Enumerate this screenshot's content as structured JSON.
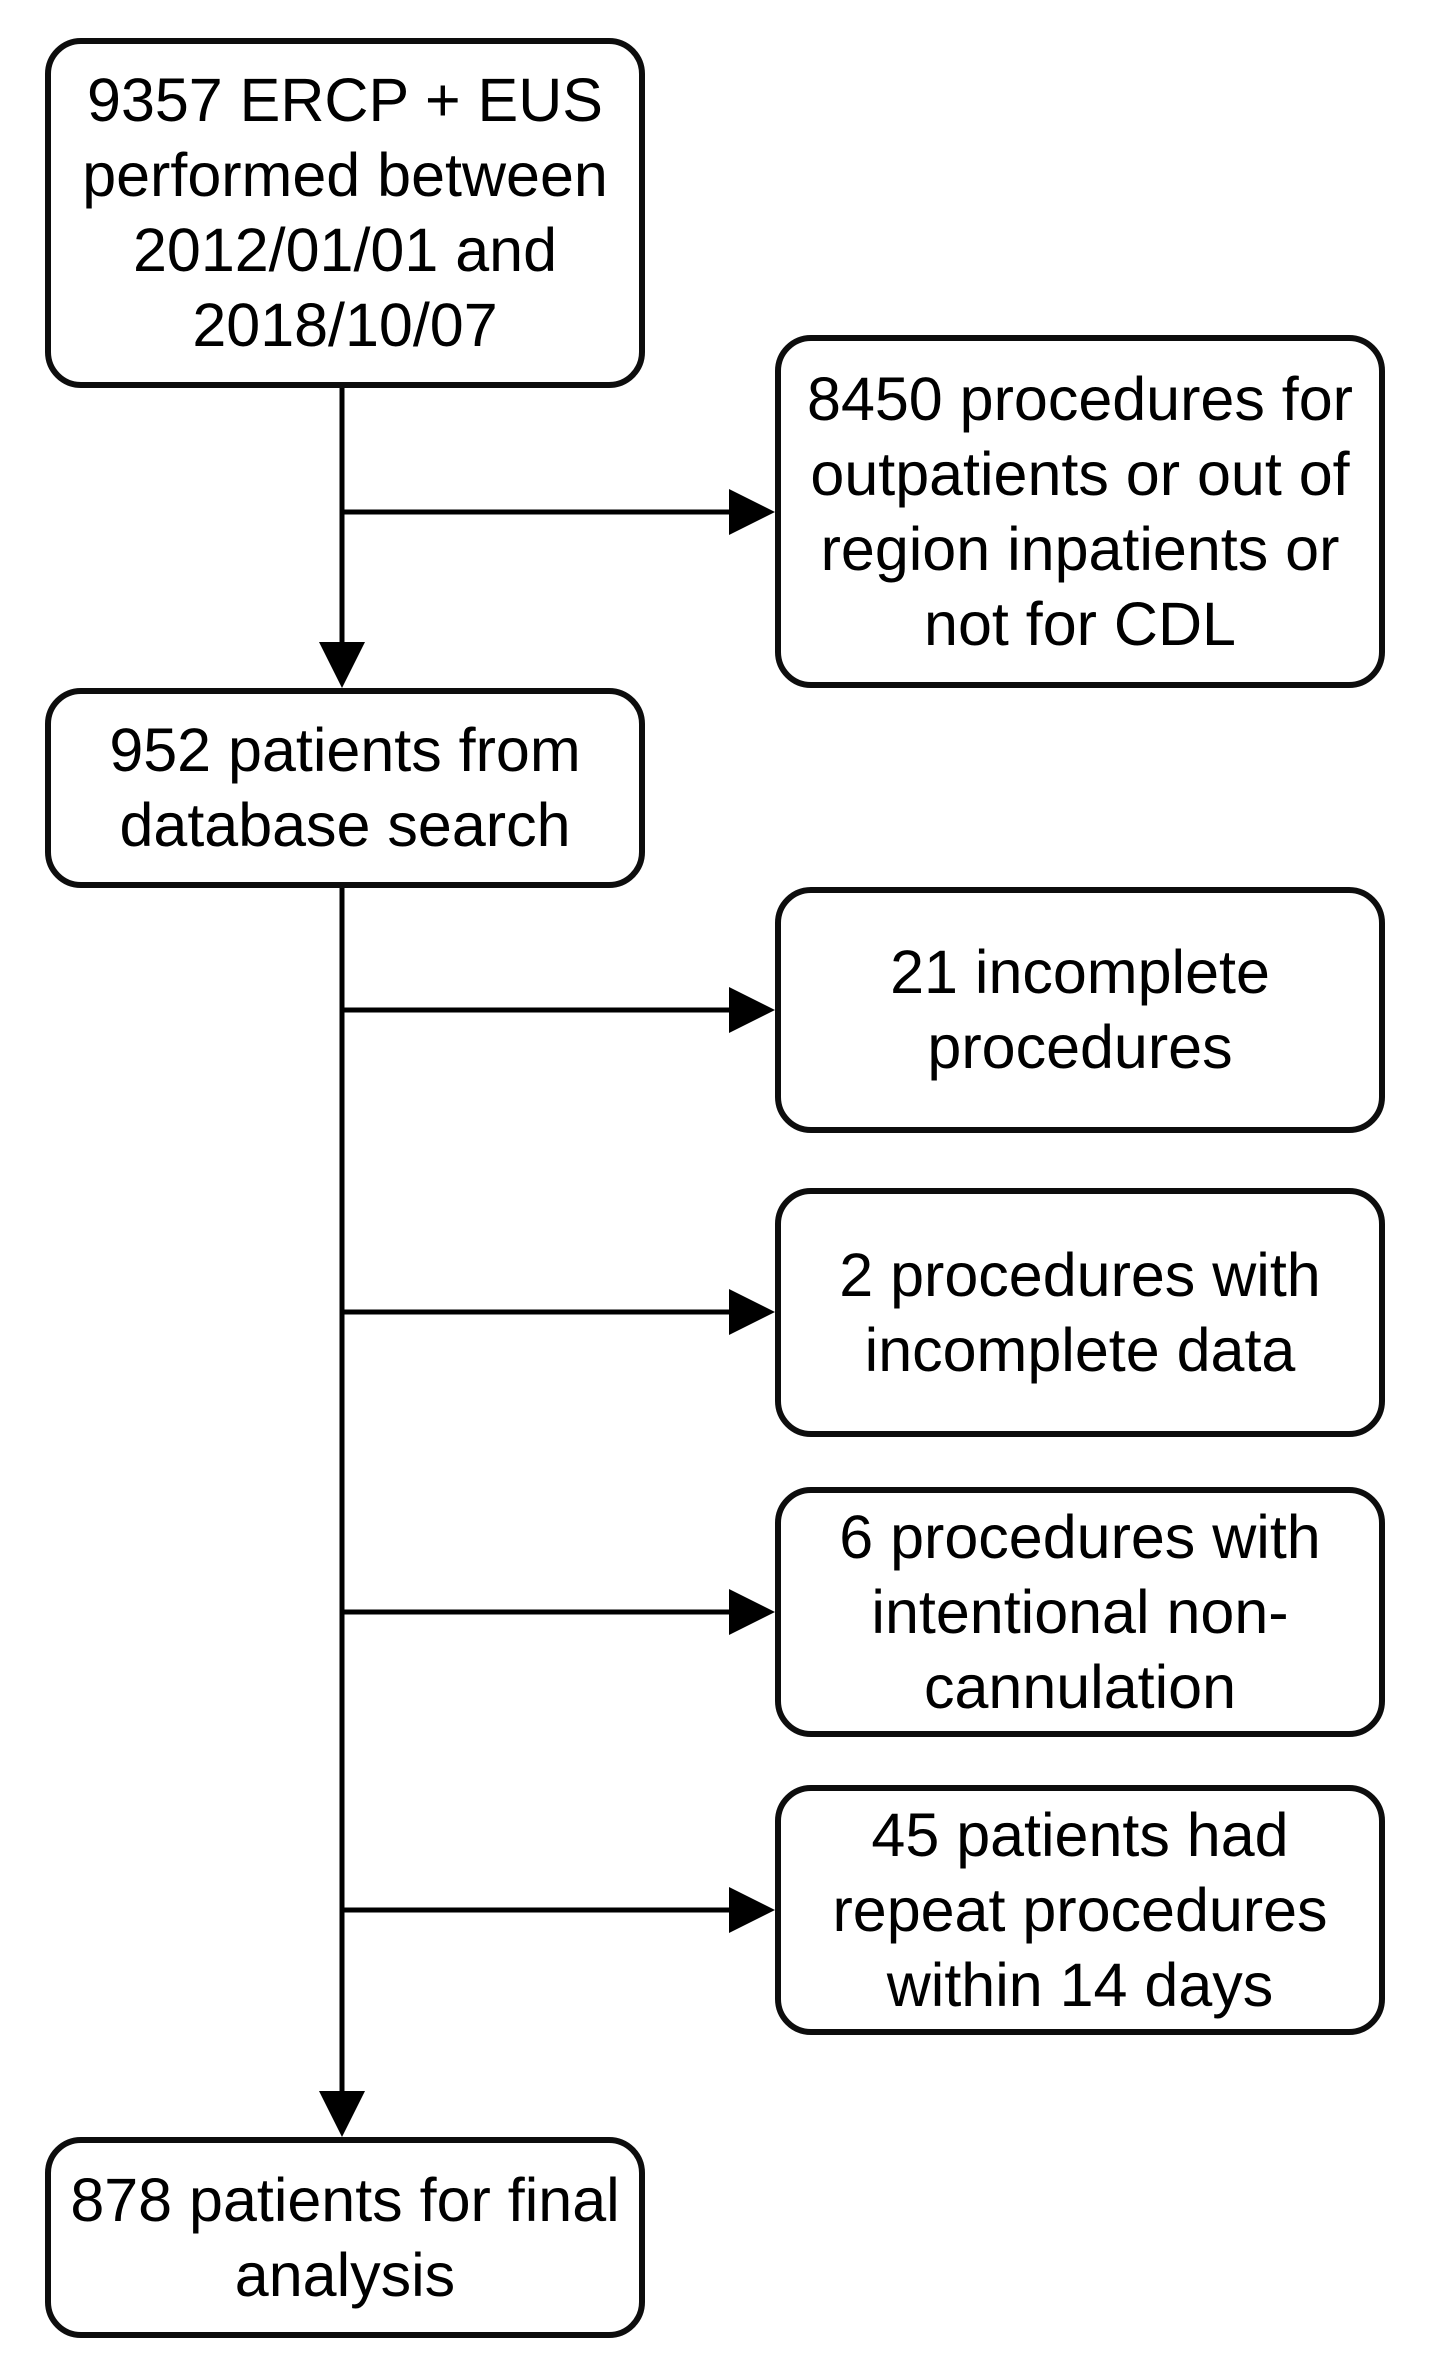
{
  "diagram": {
    "type": "patient-selection-flowchart",
    "colors": {
      "background": "#ffffff",
      "box_fill": "#ffffff",
      "box_border": "#0d0d0d",
      "text": "#000000",
      "connector": "#000000"
    },
    "nodes": {
      "start": {
        "label": "9357 ERCP + EUS performed between 2012/01/01 and 2018/10/07",
        "lines": [
          "9357 ERCP + EUS",
          "performed between",
          "2012/01/01 and",
          "2018/10/07"
        ]
      },
      "database_search": {
        "label": "952 patients from database search",
        "lines": [
          "952 patients from",
          "database search"
        ]
      },
      "final_analysis": {
        "label": "878 patients for final analysis",
        "lines": [
          "878 patients for final",
          "analysis"
        ]
      },
      "excluded_outpatients": {
        "label": "8450 procedures for outpatients or out of region inpatients or not for CDL",
        "lines": [
          "8450 procedures for",
          "outpatients or out of",
          "region inpatients or",
          "not for CDL"
        ]
      },
      "excluded_incomplete_procedures": {
        "label": "21 incomplete procedures",
        "lines": [
          "21 incomplete",
          "procedures"
        ]
      },
      "excluded_incomplete_data": {
        "label": "2 procedures with incomplete data",
        "lines": [
          "2 procedures with",
          "incomplete data"
        ]
      },
      "excluded_intentional_non_cannulation": {
        "label": "6 procedures with intentional non-cannulation",
        "lines": [
          "6 procedures with",
          "intentional non-",
          "cannulation"
        ]
      },
      "excluded_repeat_procedures": {
        "label": "45 patients had repeat procedures within 14 days",
        "lines": [
          "45 patients had",
          "repeat procedures",
          "within 14 days"
        ]
      }
    }
  }
}
